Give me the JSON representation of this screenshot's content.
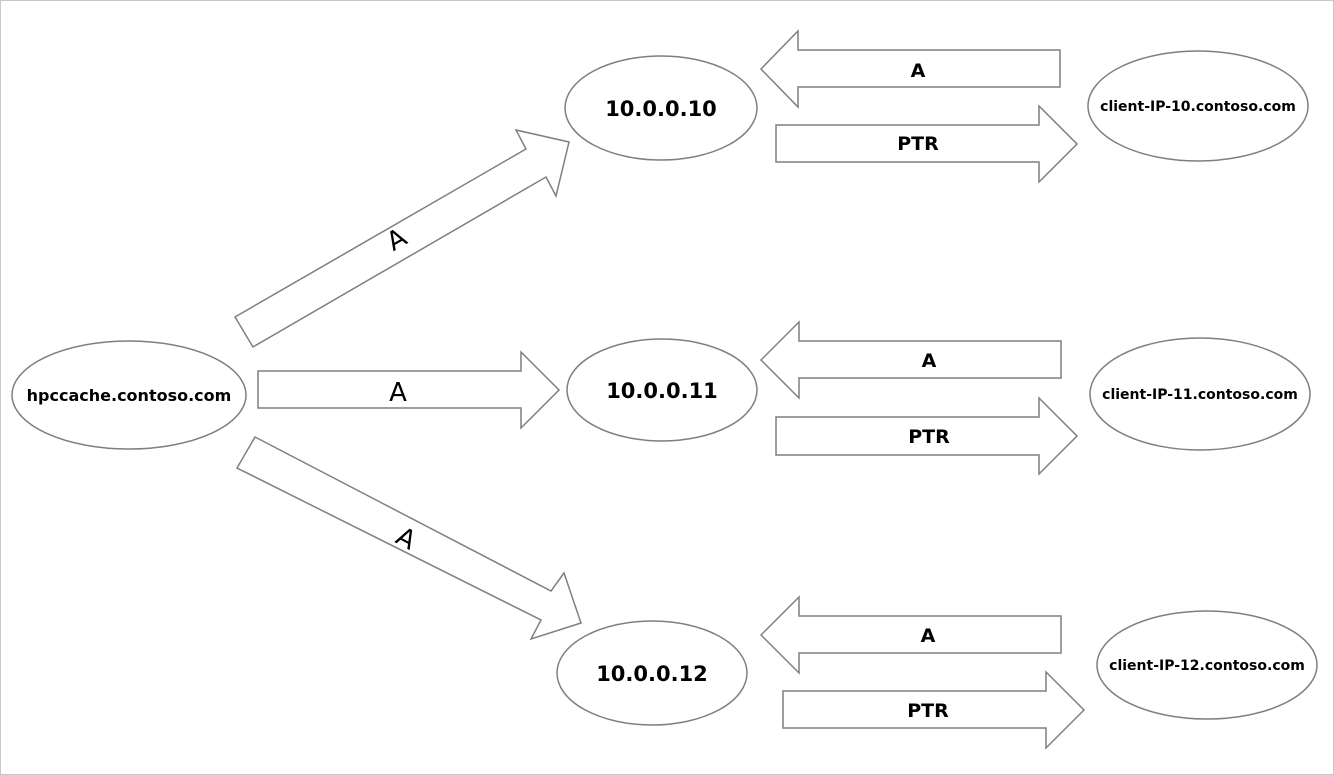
{
  "source": {
    "name": "hpccache.contoso.com"
  },
  "ips": [
    {
      "address": "10.0.0.10"
    },
    {
      "address": "10.0.0.11"
    },
    {
      "address": "10.0.0.12"
    }
  ],
  "clients": [
    {
      "name": "client-IP-10.contoso.com"
    },
    {
      "name": "client-IP-11.contoso.com"
    },
    {
      "name": "client-IP-12.contoso.com"
    }
  ],
  "source_arrows": [
    {
      "label": "A"
    },
    {
      "label": "A"
    },
    {
      "label": "A"
    }
  ],
  "record_arrows": [
    {
      "a_label": "A",
      "ptr_label": "PTR"
    },
    {
      "a_label": "A",
      "ptr_label": "PTR"
    },
    {
      "a_label": "A",
      "ptr_label": "PTR"
    }
  ],
  "colors": {
    "stroke": "#7f7f7f",
    "fill": "#ffffff",
    "text": "#000000",
    "frame": "#c8c8c8"
  }
}
